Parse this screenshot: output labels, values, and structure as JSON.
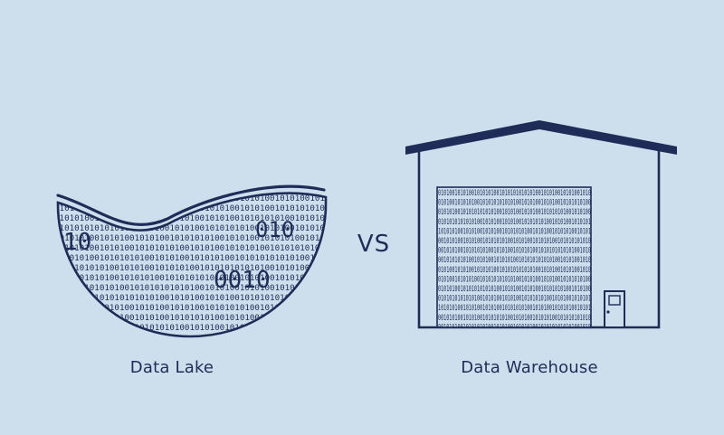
{
  "lake": {
    "label": "Data Lake",
    "big_digits": [
      "10",
      "010",
      "0010"
    ]
  },
  "vs": {
    "label": "VS"
  },
  "warehouse": {
    "label": "Data Warehouse"
  },
  "binary_text": "01010010101001010101001010101010101001010100101010010101",
  "colors": {
    "background": "#cddfec",
    "ink": "#1d2d57"
  }
}
